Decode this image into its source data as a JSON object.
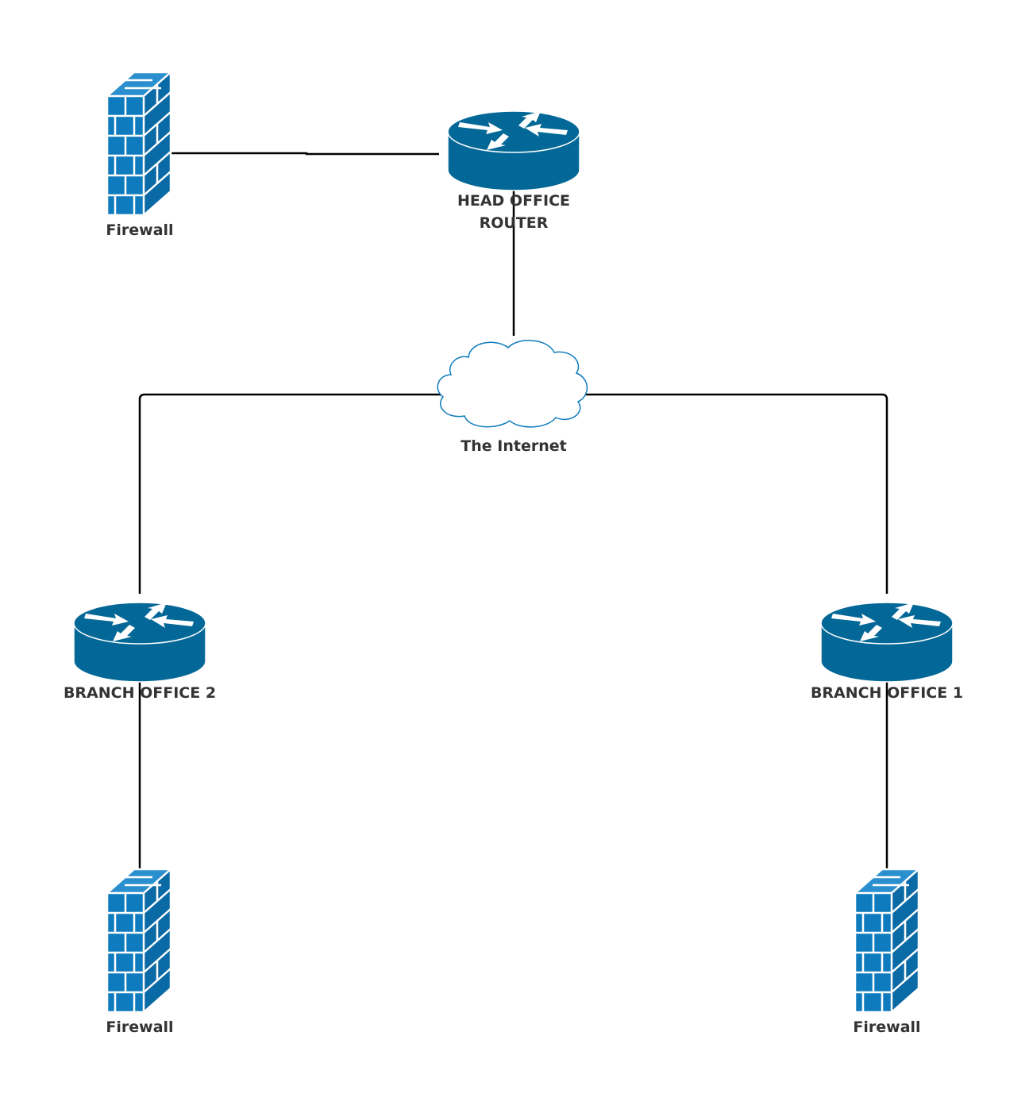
{
  "diagram": {
    "colors": {
      "device_blue": "#036897",
      "firewall_blue": "#0d7bbd",
      "firewall_mortar": "#ffffff",
      "cloud_stroke": "#0d7bbd",
      "line": "#000000",
      "label": "#333333"
    },
    "nodes": {
      "fw_head": {
        "label": "Firewall",
        "icon": "firewall-icon"
      },
      "head_router": {
        "label_line1": "HEAD OFFICE",
        "label_line2": "ROUTER",
        "icon": "router-icon"
      },
      "internet": {
        "label": "The Internet",
        "icon": "cloud-icon"
      },
      "branch2": {
        "label": "BRANCH OFFICE 2",
        "icon": "router-icon"
      },
      "branch1": {
        "label": "BRANCH OFFICE 1",
        "icon": "router-icon"
      },
      "fw_branch2": {
        "label": "Firewall",
        "icon": "firewall-icon"
      },
      "fw_branch1": {
        "label": "Firewall",
        "icon": "firewall-icon"
      }
    },
    "edges": [
      {
        "from": "fw_head",
        "to": "head_router"
      },
      {
        "from": "head_router",
        "to": "internet"
      },
      {
        "from": "internet",
        "to": "branch2"
      },
      {
        "from": "internet",
        "to": "branch1"
      },
      {
        "from": "branch2",
        "to": "fw_branch2"
      },
      {
        "from": "branch1",
        "to": "fw_branch1"
      }
    ]
  }
}
